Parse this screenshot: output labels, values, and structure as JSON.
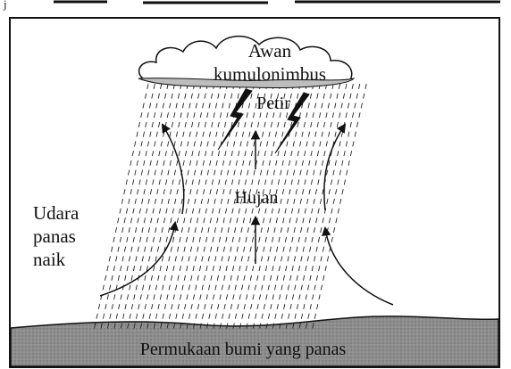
{
  "header_text": "j",
  "cloud_label_line1": "Awan",
  "cloud_label_line2": "kumulonimbus",
  "lightning_label": "Petir",
  "rain_label": "Hujan",
  "warm_air_label_line1": "Udara",
  "warm_air_label_line2": "panas",
  "warm_air_label_line3": "naik",
  "ground_label": "Permukaan bumi yang panas",
  "colors": {
    "ink": "#111111",
    "ground_fill": "#8e8e8e",
    "cloud_shade": "#bdbdbd",
    "background": "#ffffff"
  },
  "icons": [
    "cloud-icon",
    "lightning-bolt-icon",
    "rain-streaks",
    "arrow-up-icon"
  ]
}
